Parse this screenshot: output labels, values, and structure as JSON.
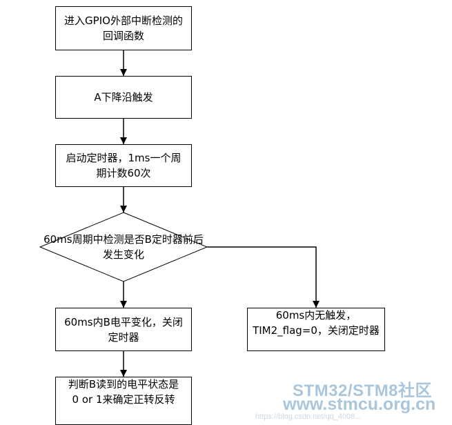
{
  "flowchart": {
    "box1": "进入GPIO外部中断检测的回调函数",
    "box2": "A下降沿触发",
    "box3": "启动定时器，1ms一个周期计数60次",
    "decision": "60ms周期中检测是否B定时器前后发生变化",
    "box4": "60ms内B电平变化，关闭定时器",
    "box5": "60ms内无触发，TIM2_flag=0，关闭定时器",
    "box6": "判断B读到的电平状态是 0 or 1来确定正转反转"
  },
  "watermark": {
    "line1": "STM32/STM8社区",
    "line2": "www.stmcu.org.cn",
    "line3": "https://blog.csdn.net/qq_4008..."
  }
}
